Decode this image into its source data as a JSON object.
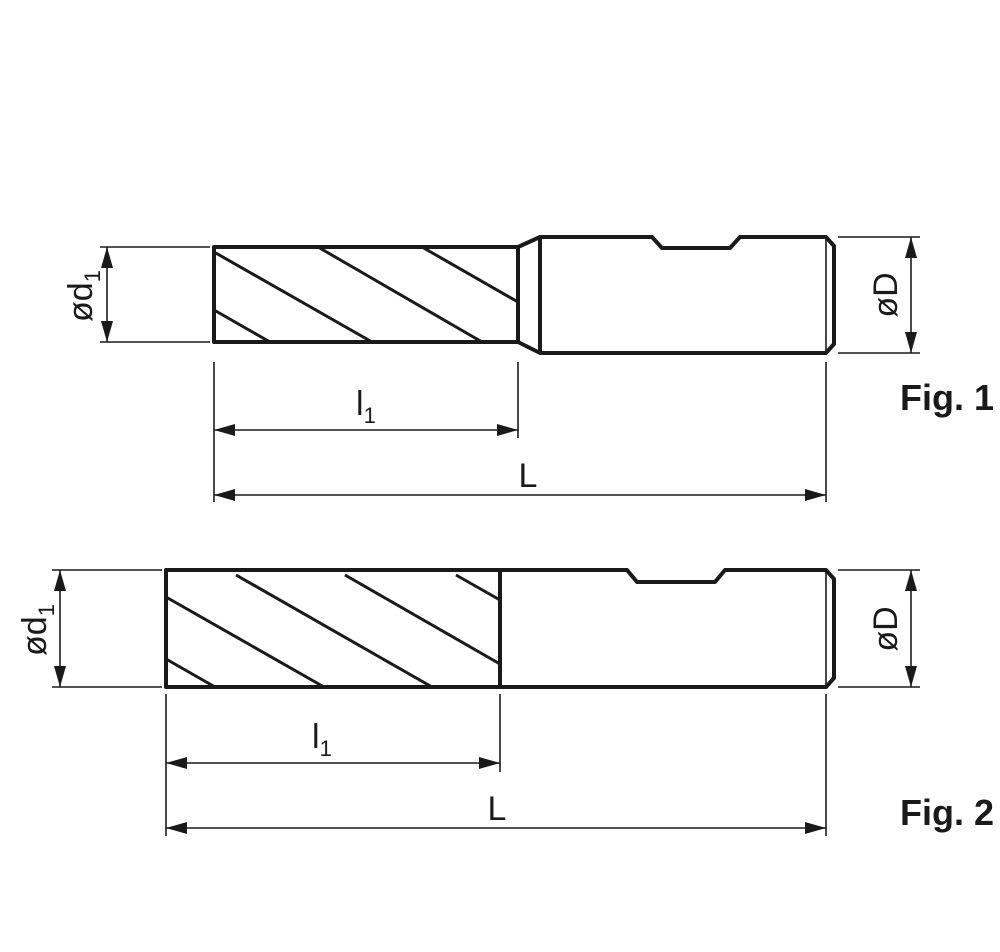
{
  "figures": [
    {
      "label": "Fig. 1",
      "dims": {
        "d1_prefix": "ød",
        "d1_sub": "1",
        "D": "øD",
        "l1_main": "l",
        "l1_sub": "1",
        "L": "L"
      }
    },
    {
      "label": "Fig. 2",
      "dims": {
        "d1_prefix": "ød",
        "d1_sub": "1",
        "D": "øD",
        "l1_main": "l",
        "l1_sub": "1",
        "L": "L"
      }
    }
  ],
  "colors": {
    "ink": "#1a1a1a",
    "background": "#ffffff"
  }
}
